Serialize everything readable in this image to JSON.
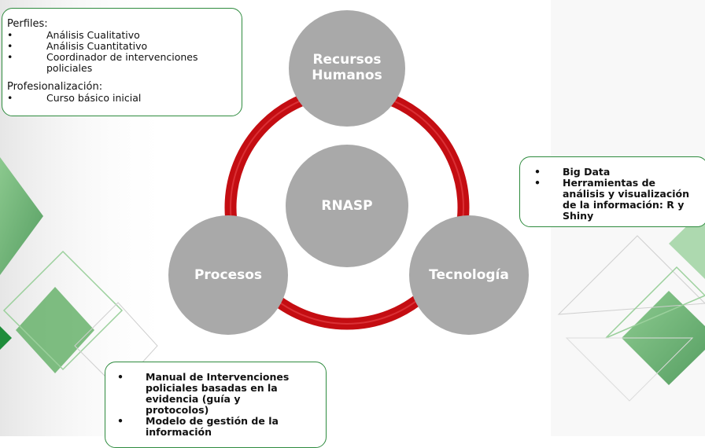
{
  "diagram": {
    "center": "RNASP",
    "nodes": {
      "top": "Recursos\nHumanos",
      "left": "Procesos",
      "right": "Tecnología"
    }
  },
  "boxes": {
    "perfiles": {
      "title": "Perfiles:",
      "items": [
        "Análisis Cualitativo",
        "Análisis Cuantitativo",
        "Coordinador de intervenciones policiales"
      ]
    },
    "profesionalizacion": {
      "title": "Profesionalización:",
      "items": [
        "Curso básico inicial"
      ]
    },
    "tecnologia": {
      "items": [
        "Big Data",
        "Herramientas de análisis y visualización de la información: R y Shiny"
      ]
    },
    "procesos": {
      "items": [
        "Manual de Intervenciones policiales basadas en la evidencia (guía y protocolos)",
        "Modelo de gestión de la información"
      ]
    },
    "bullet": "•"
  },
  "colors": {
    "ring": "#c40d12",
    "circle": "#a9a9a9",
    "border": "#2e8b3e",
    "accent_green": "#4caf50"
  }
}
